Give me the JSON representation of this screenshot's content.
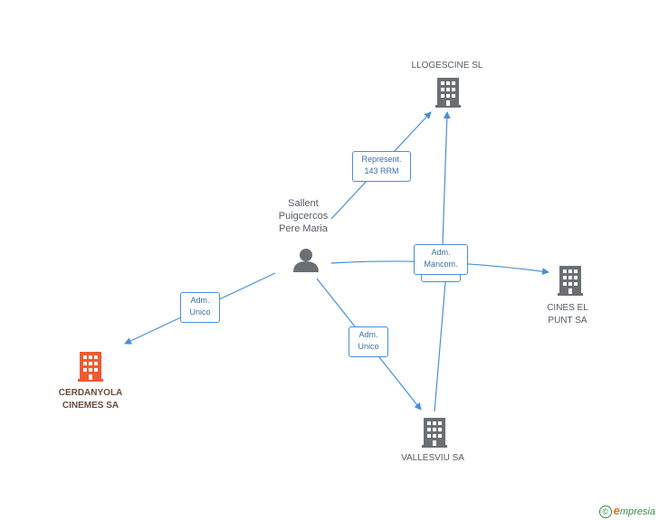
{
  "nodes": {
    "llogescine": {
      "name": "LLOGESCINE SL",
      "kind": "company"
    },
    "person": {
      "name_lines": [
        "Sallent",
        "Puigcercos",
        "Pere Maria"
      ],
      "kind": "person"
    },
    "cines_el_punt": {
      "name_lines": [
        "CINES EL",
        "PUNT SA"
      ],
      "kind": "company"
    },
    "cerdanyola": {
      "name_lines": [
        "CERDANYOLA",
        "CINEMES SA"
      ],
      "kind": "company-highlight"
    },
    "vallesviu": {
      "name": "VALLESVIU SA",
      "kind": "company"
    }
  },
  "edges": {
    "represent": {
      "line1": "Represent.",
      "line2": "143 RRM"
    },
    "adm_mancom": {
      "line1": "Adm.",
      "line2": "Mancom."
    },
    "adm_unico_left": {
      "line1": "Adm.",
      "line2": "Unico"
    },
    "adm_unico_mid": {
      "line1": "Adm.",
      "line2": "Unico"
    }
  },
  "colors": {
    "edge": "#4a8fd6",
    "company_icon": "#6b6e72",
    "highlight_icon": "#f05a30",
    "person_icon": "#6b6e72"
  },
  "footer": {
    "copyright_symbol": "©",
    "brand_first": "e",
    "brand_rest": "mpresia"
  }
}
